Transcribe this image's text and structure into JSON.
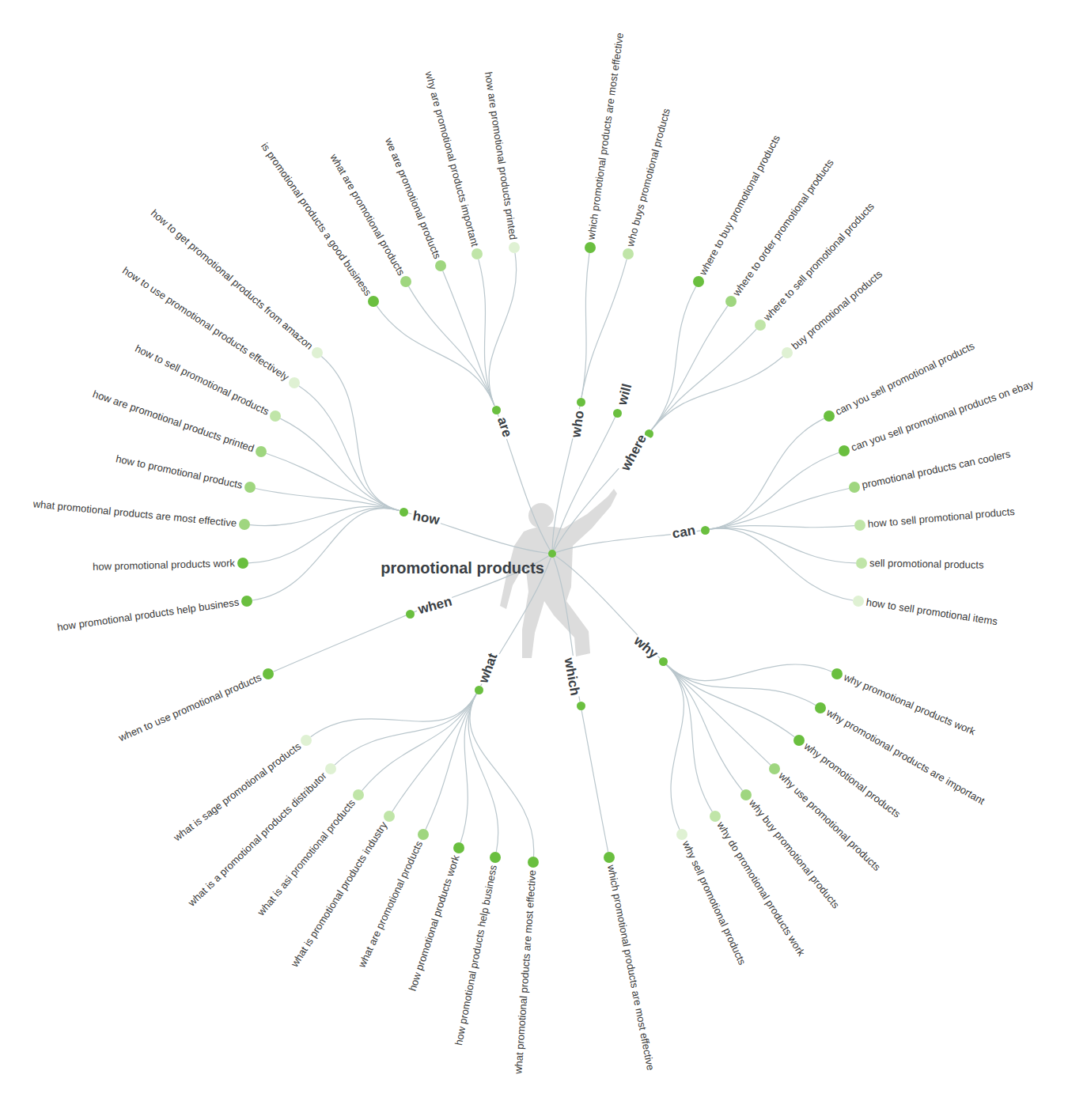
{
  "diagram": {
    "nodes": [
      {
        "text": [
          "promotional products"
        ]
      },
      {
        "text": [
          "are"
        ]
      },
      {
        "text": [
          "is promotional products a good business"
        ]
      },
      {
        "text": [
          "what are promotional products"
        ]
      },
      {
        "text": [
          "we are promotional products"
        ]
      },
      {
        "text": [
          "why are promotional products important"
        ]
      },
      {
        "text": [
          "how are promotional products printed"
        ]
      },
      {
        "text": [
          "who"
        ]
      },
      {
        "text": [
          "which promotional products are most effective"
        ]
      },
      {
        "text": [
          "who buys promotional products"
        ]
      },
      {
        "text": [
          "will"
        ]
      },
      {
        "text": [
          "where"
        ]
      },
      {
        "text": [
          "where to buy promotional products"
        ]
      },
      {
        "text": [
          "where to order promotional products"
        ]
      },
      {
        "text": [
          "where to sell promotional products"
        ]
      },
      {
        "text": [
          "buy promotional products"
        ]
      },
      {
        "text": [
          "can"
        ]
      },
      {
        "text": [
          "can you sell promotional products"
        ]
      },
      {
        "text": [
          "can you sell promotional products on ebay"
        ]
      },
      {
        "text": [
          "promotional products can coolers"
        ]
      },
      {
        "text": [
          "how to sell promotional products"
        ]
      },
      {
        "text": [
          "sell promotional products"
        ]
      },
      {
        "text": [
          "how to sell promotional items"
        ]
      },
      {
        "text": [
          "why"
        ]
      },
      {
        "text": [
          "why promotional products work"
        ]
      },
      {
        "text": [
          "why promotional products are important"
        ]
      },
      {
        "text": [
          "why promotional products"
        ]
      },
      {
        "text": [
          "why use promotional products"
        ]
      },
      {
        "text": [
          "why buy promotional products"
        ]
      },
      {
        "text": [
          "why do promotional products work"
        ]
      },
      {
        "text": [
          "why sell promotional products"
        ]
      },
      {
        "text": [
          "which"
        ]
      },
      {
        "text": [
          "which promotional products are most effective"
        ]
      },
      {
        "text": [
          "what"
        ]
      },
      {
        "text": [
          "what is sage promotional products"
        ]
      },
      {
        "text": [
          "what is a promotional products distributor"
        ]
      },
      {
        "text": [
          "what is asi promotional products"
        ]
      },
      {
        "text": [
          "what is promotional products industry"
        ]
      },
      {
        "text": [
          "what are promotional products"
        ]
      },
      {
        "text": [
          "how promotional products work"
        ]
      },
      {
        "text": [
          "how promotional products help business"
        ]
      },
      {
        "text": [
          "what promotional products are most effective"
        ]
      },
      {
        "text": [
          "when"
        ]
      },
      {
        "text": [
          "when to use promotional products"
        ]
      },
      {
        "text": [
          "how"
        ]
      },
      {
        "text": [
          "how to get promotional products from amazon"
        ]
      },
      {
        "text": [
          "how to use promotional products effectively"
        ]
      },
      {
        "text": [
          "how to sell promotional products"
        ]
      },
      {
        "text": [
          "how are promotional products printed"
        ]
      },
      {
        "text": [
          "how to promotional products"
        ]
      },
      {
        "text": [
          "what promotional products are most effective"
        ]
      },
      {
        "text": [
          "how promotional products work"
        ]
      },
      {
        "text": [
          "how promotional products help business"
        ]
      }
    ],
    "edges": [
      {
        "from": 0,
        "to": 1,
        "arrow": "none"
      },
      {
        "from": 0,
        "to": 7,
        "arrow": "none"
      },
      {
        "from": 0,
        "to": 10,
        "arrow": "none"
      },
      {
        "from": 0,
        "to": 11,
        "arrow": "none"
      },
      {
        "from": 0,
        "to": 16,
        "arrow": "none"
      },
      {
        "from": 0,
        "to": 23,
        "arrow": "none"
      },
      {
        "from": 0,
        "to": 31,
        "arrow": "none"
      },
      {
        "from": 0,
        "to": 33,
        "arrow": "none"
      },
      {
        "from": 0,
        "to": 42,
        "arrow": "none"
      },
      {
        "from": 0,
        "to": 44,
        "arrow": "none"
      },
      {
        "from": 1,
        "to": 2,
        "arrow": "none"
      },
      {
        "from": 1,
        "to": 3,
        "arrow": "none"
      },
      {
        "from": 1,
        "to": 4,
        "arrow": "none"
      },
      {
        "from": 1,
        "to": 5,
        "arrow": "none"
      },
      {
        "from": 1,
        "to": 6,
        "arrow": "none"
      },
      {
        "from": 7,
        "to": 8,
        "arrow": "none"
      },
      {
        "from": 7,
        "to": 9,
        "arrow": "none"
      },
      {
        "from": 11,
        "to": 12,
        "arrow": "none"
      },
      {
        "from": 11,
        "to": 13,
        "arrow": "none"
      },
      {
        "from": 11,
        "to": 14,
        "arrow": "none"
      },
      {
        "from": 11,
        "to": 15,
        "arrow": "none"
      },
      {
        "from": 16,
        "to": 17,
        "arrow": "none"
      },
      {
        "from": 16,
        "to": 18,
        "arrow": "none"
      },
      {
        "from": 16,
        "to": 19,
        "arrow": "none"
      },
      {
        "from": 16,
        "to": 20,
        "arrow": "none"
      },
      {
        "from": 16,
        "to": 21,
        "arrow": "none"
      },
      {
        "from": 16,
        "to": 22,
        "arrow": "none"
      },
      {
        "from": 23,
        "to": 24,
        "arrow": "none"
      },
      {
        "from": 23,
        "to": 25,
        "arrow": "none"
      },
      {
        "from": 23,
        "to": 26,
        "arrow": "none"
      },
      {
        "from": 23,
        "to": 27,
        "arrow": "none"
      },
      {
        "from": 23,
        "to": 28,
        "arrow": "none"
      },
      {
        "from": 23,
        "to": 29,
        "arrow": "none"
      },
      {
        "from": 23,
        "to": 30,
        "arrow": "none"
      },
      {
        "from": 31,
        "to": 32,
        "arrow": "none"
      },
      {
        "from": 33,
        "to": 34,
        "arrow": "none"
      },
      {
        "from": 33,
        "to": 35,
        "arrow": "none"
      },
      {
        "from": 33,
        "to": 36,
        "arrow": "none"
      },
      {
        "from": 33,
        "to": 37,
        "arrow": "none"
      },
      {
        "from": 33,
        "to": 38,
        "arrow": "none"
      },
      {
        "from": 33,
        "to": 39,
        "arrow": "none"
      },
      {
        "from": 33,
        "to": 40,
        "arrow": "none"
      },
      {
        "from": 33,
        "to": 41,
        "arrow": "none"
      },
      {
        "from": 42,
        "to": 43,
        "arrow": "none"
      },
      {
        "from": 44,
        "to": 45,
        "arrow": "none"
      },
      {
        "from": 44,
        "to": 46,
        "arrow": "none"
      },
      {
        "from": 44,
        "to": 47,
        "arrow": "none"
      },
      {
        "from": 44,
        "to": 48,
        "arrow": "none"
      },
      {
        "from": 44,
        "to": 49,
        "arrow": "none"
      },
      {
        "from": 44,
        "to": 50,
        "arrow": "none"
      },
      {
        "from": 44,
        "to": 51,
        "arrow": "none"
      },
      {
        "from": 44,
        "to": 52,
        "arrow": "none"
      }
    ]
  }
}
